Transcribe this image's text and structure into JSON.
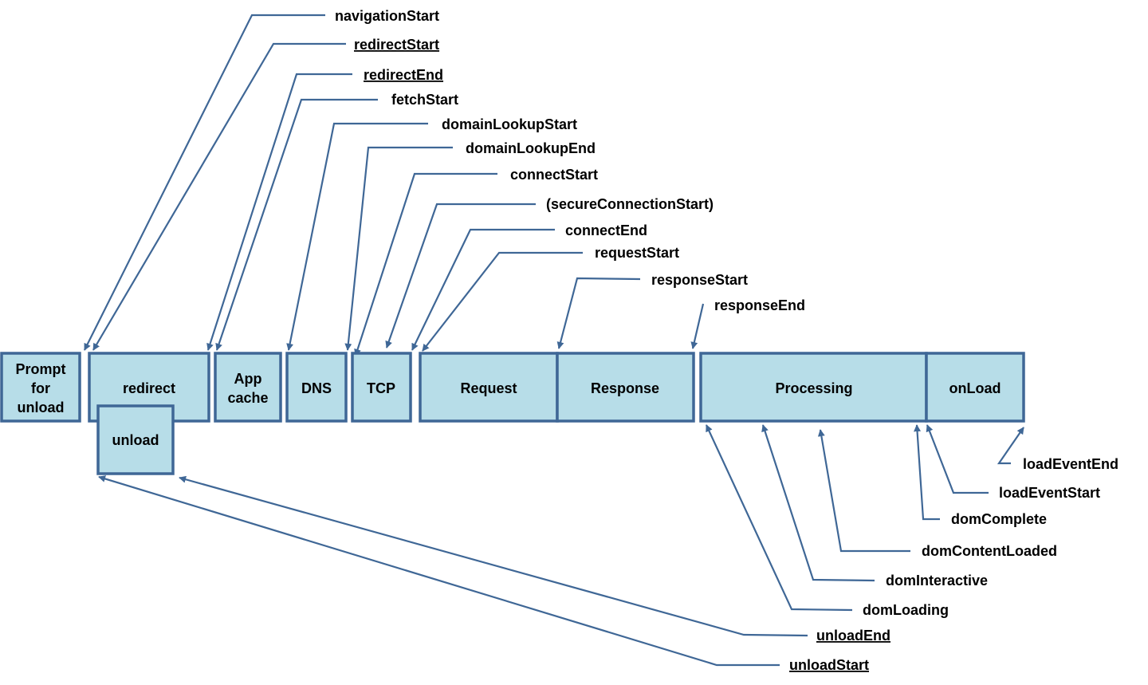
{
  "colors": {
    "box_fill": "#b7dde8",
    "box_stroke": "#3f6796",
    "line": "#3f6796",
    "text": "#000000"
  },
  "phases": {
    "prompt_for_unload": [
      "Prompt",
      "for",
      "unload"
    ],
    "redirect": [
      "redirect"
    ],
    "unload": [
      "unload"
    ],
    "app_cache": [
      "App",
      "cache"
    ],
    "dns": [
      "DNS"
    ],
    "tcp": [
      "TCP"
    ],
    "request": [
      "Request"
    ],
    "response": [
      "Response"
    ],
    "processing": [
      "Processing"
    ],
    "onload": [
      "onLoad"
    ]
  },
  "events": {
    "navigationStart": {
      "label": "navigationStart",
      "underline": false
    },
    "redirectStart": {
      "label": "redirectStart",
      "underline": true
    },
    "redirectEnd": {
      "label": "redirectEnd",
      "underline": true
    },
    "fetchStart": {
      "label": "fetchStart",
      "underline": false
    },
    "domainLookupStart": {
      "label": "domainLookupStart",
      "underline": false
    },
    "domainLookupEnd": {
      "label": "domainLookupEnd",
      "underline": false
    },
    "connectStart": {
      "label": "connectStart",
      "underline": false
    },
    "secureConnectionStart": {
      "label": "(secureConnectionStart)",
      "underline": false
    },
    "connectEnd": {
      "label": "connectEnd",
      "underline": false
    },
    "requestStart": {
      "label": "requestStart",
      "underline": false
    },
    "responseStart": {
      "label": "responseStart",
      "underline": false
    },
    "responseEnd": {
      "label": "responseEnd",
      "underline": false
    },
    "loadEventEnd": {
      "label": "loadEventEnd",
      "underline": false
    },
    "loadEventStart": {
      "label": "loadEventStart",
      "underline": false
    },
    "domComplete": {
      "label": "domComplete",
      "underline": false
    },
    "domContentLoaded": {
      "label": "domContentLoaded",
      "underline": false
    },
    "domInteractive": {
      "label": "domInteractive",
      "underline": false
    },
    "domLoading": {
      "label": "domLoading",
      "underline": false
    },
    "unloadEnd": {
      "label": "unloadEnd",
      "underline": true
    },
    "unloadStart": {
      "label": "unloadStart",
      "underline": true
    }
  }
}
